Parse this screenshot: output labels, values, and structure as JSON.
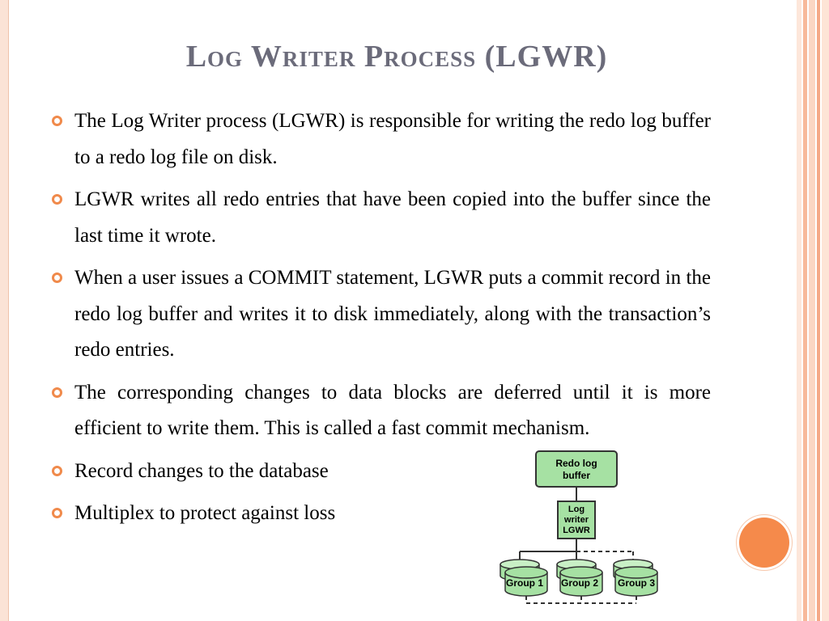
{
  "slide": {
    "title": "Log Writer Process (LGWR)",
    "bullets": [
      "The Log Writer process (LGWR) is responsible for writing the redo log buffer to a redo log file on disk.",
      "LGWR writes all redo entries that have been copied into the buffer since the last time it wrote.",
      "When a user issues a COMMIT statement, LGWR puts a commit record in the redo log buffer and writes it to disk immediately, along with the transaction’s redo entries.",
      "The corresponding changes to data blocks are deferred until it is more efficient to write them. This is called a fast commit mechanism.",
      "Record changes to the database",
      "Multiplex to protect against loss"
    ]
  },
  "diagram": {
    "buffer_line1": "Redo log",
    "buffer_line2": "buffer",
    "lgwr_line1": "Log",
    "lgwr_line2": "writer",
    "lgwr_line3": "LGWR",
    "group1": "Group 1",
    "group2": "Group 2",
    "group3": "Group 3"
  },
  "colors": {
    "accent": "#f58a4b",
    "title": "#6b6b7a",
    "box_fill": "#a6e1a3",
    "box_stroke": "#333333"
  }
}
